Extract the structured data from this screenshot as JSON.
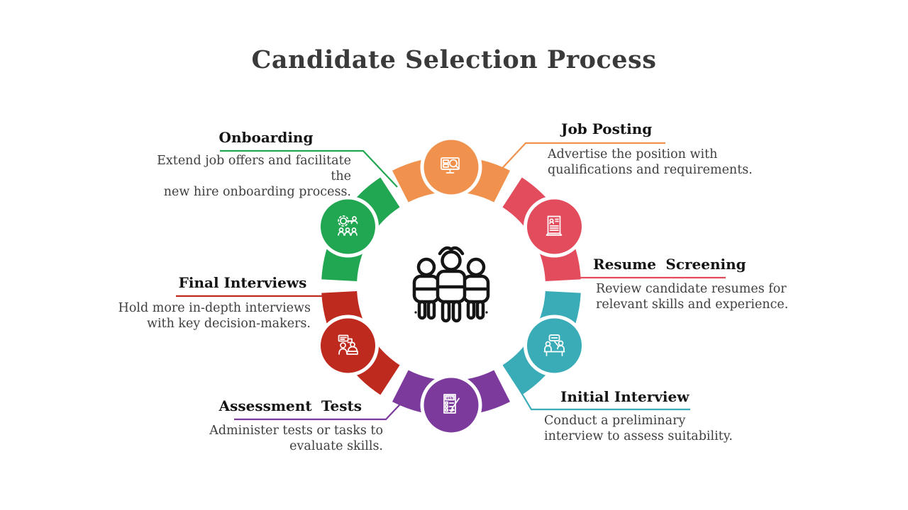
{
  "slide_title": "Candidate Selection Process",
  "center_icon": "team-people-icon",
  "text_colors": {
    "title": "#3a3a3a",
    "stage_title": "#141414",
    "description": "#3f3f3f"
  },
  "stages": [
    {
      "id": "job-posting",
      "label": "Job Posting",
      "description": "Advertise the position with\nqualifications and requirements.",
      "color": "#F0924E",
      "icon": "monitor-search-icon"
    },
    {
      "id": "resume-screening",
      "label": "Resume Screening",
      "description": "Review candidate resumes for\nrelevant skills and experience.",
      "color": "#E24C5D",
      "icon": "resume-document-icon"
    },
    {
      "id": "initial-interview",
      "label": "Initial Interview",
      "description": "Conduct a preliminary\ninterview to assess suitability.",
      "color": "#39ACB8",
      "icon": "interview-table-icon"
    },
    {
      "id": "assessment-tests",
      "label": "Assessment Tests",
      "description": "Administer tests or tasks to\nevaluate skills.",
      "color": "#7C3A9D",
      "icon": "test-sheet-pencil-icon"
    },
    {
      "id": "final-interviews",
      "label": "Final Interviews",
      "description": "Hold more in-depth interviews\nwith key decision-makers.",
      "color": "#BF2A1F",
      "icon": "discussion-people-icon"
    },
    {
      "id": "onboarding",
      "label": "Onboarding",
      "description": "Extend job offers and facilitate the\nnew hire onboarding process.",
      "color": "#21A651",
      "icon": "gear-key-team-icon"
    }
  ]
}
